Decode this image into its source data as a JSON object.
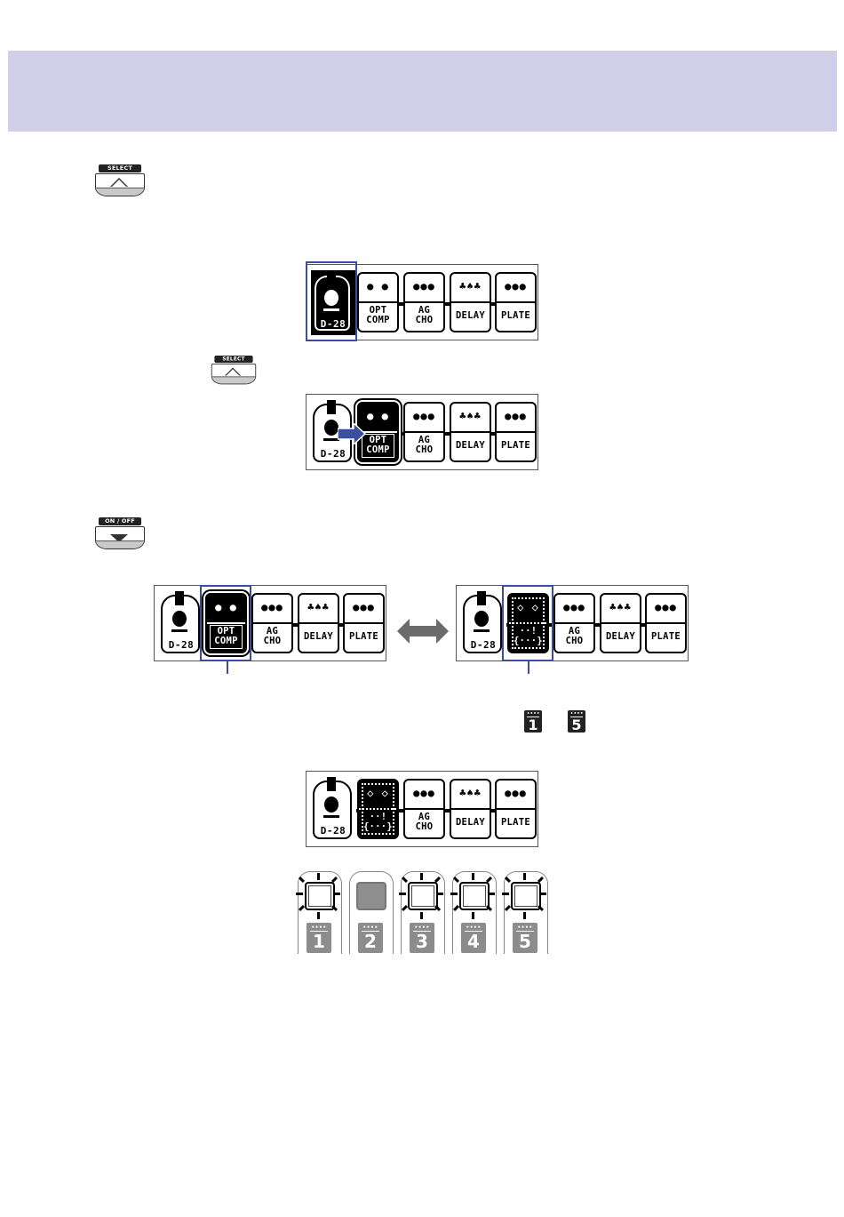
{
  "page": {
    "header_band_color": "#d1cfea",
    "accent_color": "#3a4fa0"
  },
  "keys": {
    "select_label": "SELECT",
    "onoff_label": "ON / OFF"
  },
  "lcd_common": {
    "guitar_label": "D-28",
    "effects": [
      {
        "name_line1": "OPT",
        "name_line2": "COMP",
        "knobs": "● ●"
      },
      {
        "name_line1": "AG",
        "name_line2": "CHO",
        "knobs": "●●●"
      },
      {
        "name_line1": "DELAY",
        "name_line2": "",
        "knobs": "♣♠♣"
      },
      {
        "name_line1": "PLATE",
        "name_line2": "",
        "knobs": "●●●"
      }
    ],
    "off_effect": {
      "name_line1": "··!",
      "name_line2": "{···}",
      "knobs": "◇ ◇"
    }
  },
  "screens": [
    {
      "id": "screen-1",
      "selected": "guitar",
      "state": "guitar-selected"
    },
    {
      "id": "screen-2",
      "selected": "OPT COMP",
      "state": "moved-to-effect"
    },
    {
      "id": "screen-3a",
      "selected": "OPT COMP",
      "state": "effect-on"
    },
    {
      "id": "screen-3b",
      "selected": "OPT COMP",
      "state": "effect-off"
    },
    {
      "id": "screen-4",
      "selected": "OPT COMP",
      "state": "effect-off"
    }
  ],
  "inline_badges": [
    {
      "number": "1"
    },
    {
      "number": "5"
    }
  ],
  "footswitches": [
    {
      "number": "1",
      "led": "blinking"
    },
    {
      "number": "2",
      "led": "off"
    },
    {
      "number": "3",
      "led": "blinking"
    },
    {
      "number": "4",
      "led": "blinking"
    },
    {
      "number": "5",
      "led": "blinking"
    }
  ]
}
